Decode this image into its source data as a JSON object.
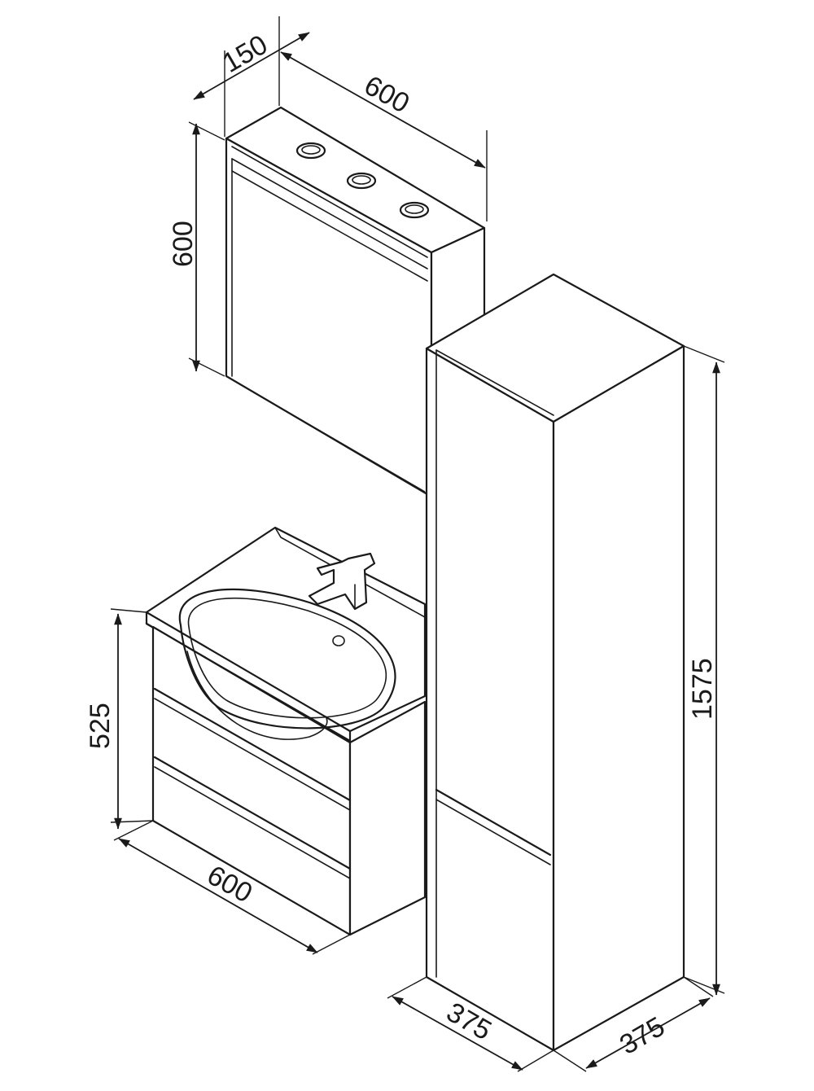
{
  "dimensions": {
    "mirror_depth": "150",
    "mirror_width": "600",
    "mirror_height": "600",
    "vanity_height": "525",
    "vanity_width": "600",
    "column_height": "1575",
    "column_width_left": "375",
    "column_width_right": "375"
  },
  "colors": {
    "line": "#1a1a1a",
    "background": "#ffffff"
  }
}
